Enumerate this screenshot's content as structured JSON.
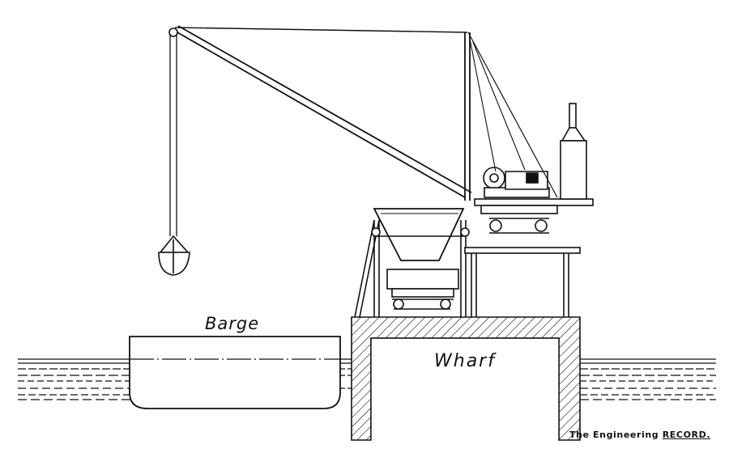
{
  "figure": {
    "title": "Crane unloading barge at wharf",
    "labels": {
      "barge": "Barge",
      "wharf": "Wharf"
    },
    "credit": {
      "prefix": "The Engineering",
      "emphasis": "RECORD."
    }
  },
  "colors": {
    "ink": "#111111",
    "paper": "#ffffff"
  }
}
